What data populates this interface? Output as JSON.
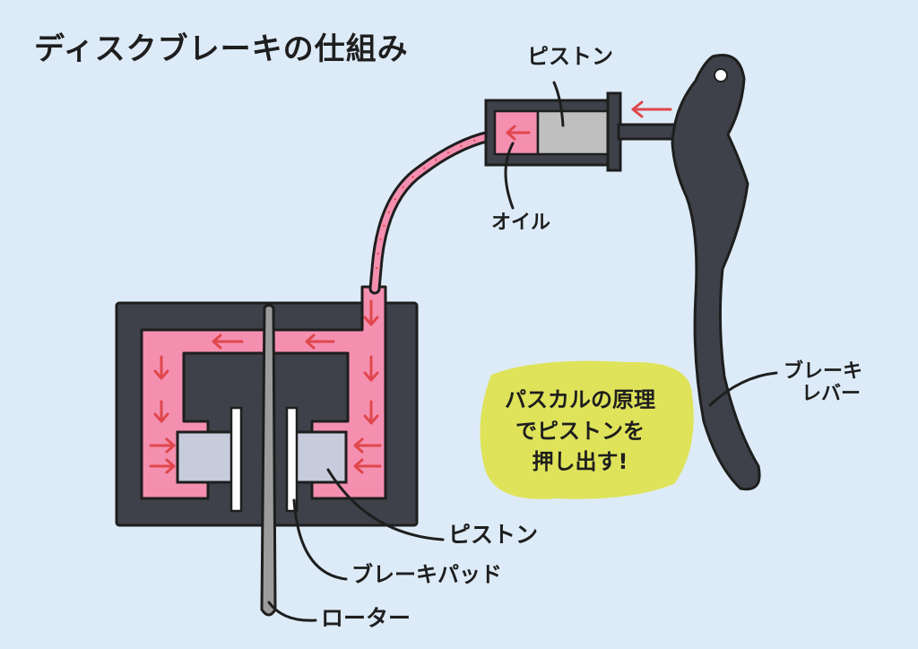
{
  "title": "ディスクブレーキの仕組み",
  "labels": {
    "piston_top": "ピストン",
    "oil": "オイル",
    "lever_line1": "ブレーキ",
    "lever_line2": "レバー",
    "piston_caliper": "ピストン",
    "brake_pad": "ブレーキパッド",
    "rotor": "ローター"
  },
  "callout": {
    "line1": "パスカルの原理",
    "line2": "でピストンを",
    "line3": "押し出す!"
  },
  "colors": {
    "background": "#ddebf8",
    "caliper_body": "#3e4149",
    "oil": "#f48fb0",
    "arrow": "#e0474c",
    "piston_caliper": "#c7ccdc",
    "piston_master": "#bfbfbf",
    "rotor": "#9c9c9c",
    "pad": "#ffffff",
    "highlight": "#dfe35a",
    "outline": "#1e1e1e"
  }
}
